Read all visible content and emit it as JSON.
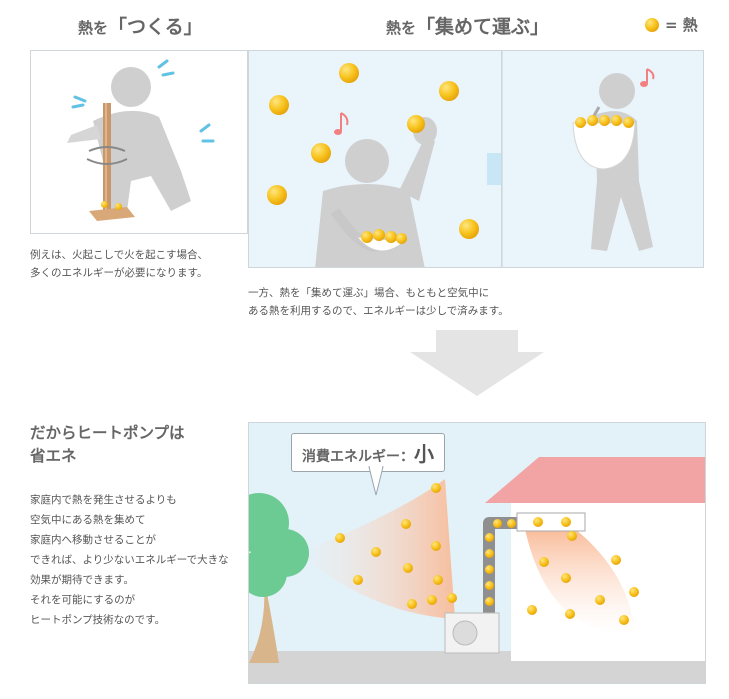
{
  "headings": {
    "make_prefix": "熱を",
    "make_main": "「つくる」",
    "carry_prefix": "熱を",
    "carry_main": "「集めて運ぶ」"
  },
  "legend": {
    "equals_label": "= 熱"
  },
  "captions": {
    "make_line1": "例えは、火起こしで火を起こす場合、",
    "make_line2": "多くのエネルギーが必要になります。",
    "carry_line1": "一方、熱を「集めて運ぶ」場合、もともと空気中に",
    "carry_line2": "ある熱を利用するので、エネルギーは少しで済みます。"
  },
  "conclusion": {
    "title_line1": "だからヒートポンプは",
    "title_line2": "省エネ",
    "body_lines": [
      "家庭内で熱を発生させるよりも",
      "空気中にある熱を集めて",
      "家庭内へ移動させることが",
      "できれば、より少ないエネルギーで大きな",
      "効果が期待できます。",
      "それを可能にするのが",
      "ヒートポンプ技術なのです。"
    ]
  },
  "callout": {
    "label": "消費エネルギー：",
    "value": "小"
  },
  "colors": {
    "heat_ball": "#f7c21b",
    "panel_bg": "#eaf4fb",
    "roof": "#f2a3a3",
    "tree": "#6ccb92",
    "arrow_blue": "#c7e6f6",
    "arrow_gray": "#e4e4e4",
    "silhouette": "#cfcfcf"
  },
  "icons": [
    "heat-ball-icon",
    "music-note-icon",
    "sweat-drop-icon",
    "right-arrow-icon",
    "down-arrow-icon"
  ]
}
